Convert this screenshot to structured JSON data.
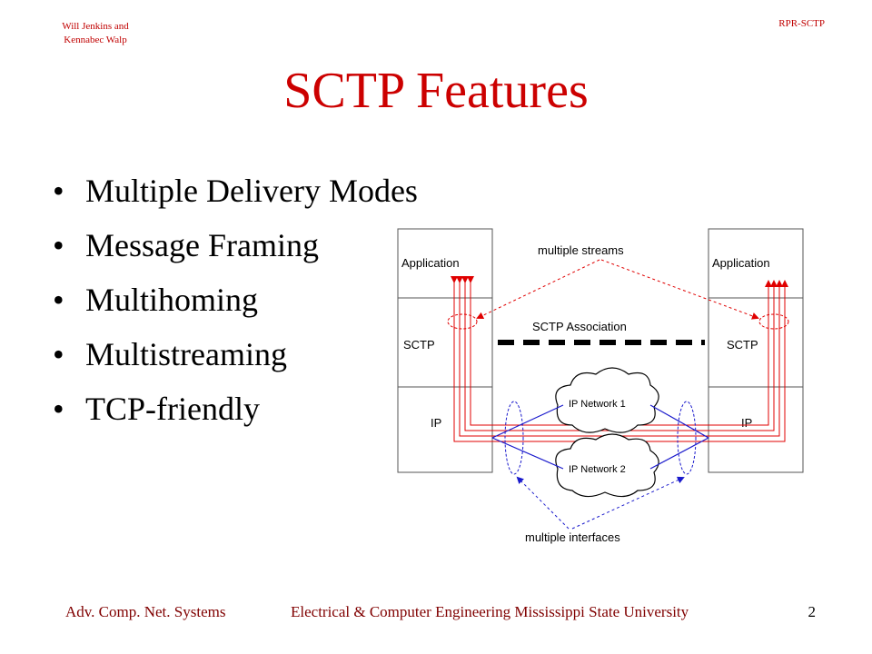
{
  "header": {
    "authors_line1": "Will Jenkins and",
    "authors_line2": "Kennabec Walp",
    "topic": "RPR-SCTP"
  },
  "title": "SCTP Features",
  "bullets": [
    "Multiple Delivery Modes",
    "Message Framing",
    "Multihoming",
    "Multistreaming",
    "TCP-friendly"
  ],
  "diagram": {
    "left_stack": {
      "application": "Application",
      "sctp": "SCTP",
      "ip": "IP"
    },
    "right_stack": {
      "application": "Application",
      "sctp": "SCTP",
      "ip": "IP"
    },
    "label_streams": "multiple streams",
    "label_association": "SCTP Association",
    "network1": "IP Network 1",
    "network2": "IP Network 2",
    "label_interfaces": "multiple interfaces",
    "colors": {
      "streams": "#e00000",
      "networks": "#1a1acc",
      "association": "#000000"
    }
  },
  "footer": {
    "course": "Adv. Comp. Net. Systems",
    "department": "Electrical & Computer Engineering  Mississippi State University",
    "page_number": "2"
  }
}
